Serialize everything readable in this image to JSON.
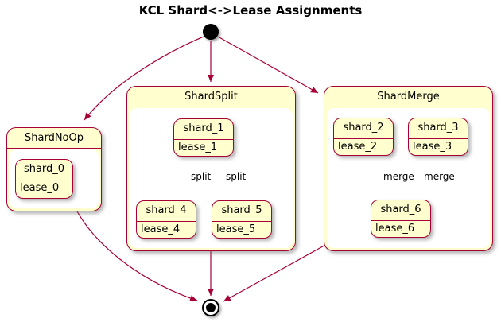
{
  "diagram_title": "KCL Shard<->Lease Assignments",
  "diagram_type": "state-diagram",
  "colors": {
    "border": "#A80036",
    "arrow": "#A80036",
    "state_fill": "#FEFECE",
    "text": "#000000",
    "background": "#FFFFFF"
  },
  "groups": [
    {
      "title": "ShardNoOp",
      "states": [
        {
          "name": "shard_0",
          "lease": "lease_0"
        }
      ],
      "transitions": []
    },
    {
      "title": "ShardSplit",
      "states": [
        {
          "name": "shard_1",
          "lease": "lease_1"
        },
        {
          "name": "shard_4",
          "lease": "lease_4"
        },
        {
          "name": "shard_5",
          "lease": "lease_5"
        }
      ],
      "transitions": [
        {
          "from": "shard_1",
          "to": "shard_4",
          "label": "split"
        },
        {
          "from": "shard_1",
          "to": "shard_5",
          "label": "split"
        }
      ]
    },
    {
      "title": "ShardMerge",
      "states": [
        {
          "name": "shard_2",
          "lease": "lease_2"
        },
        {
          "name": "shard_3",
          "lease": "lease_3"
        },
        {
          "name": "shard_6",
          "lease": "lease_6"
        }
      ],
      "transitions": [
        {
          "from": "shard_2",
          "to": "shard_6",
          "label": "merge"
        },
        {
          "from": "shard_3",
          "to": "shard_6",
          "label": "merge"
        }
      ]
    }
  ]
}
